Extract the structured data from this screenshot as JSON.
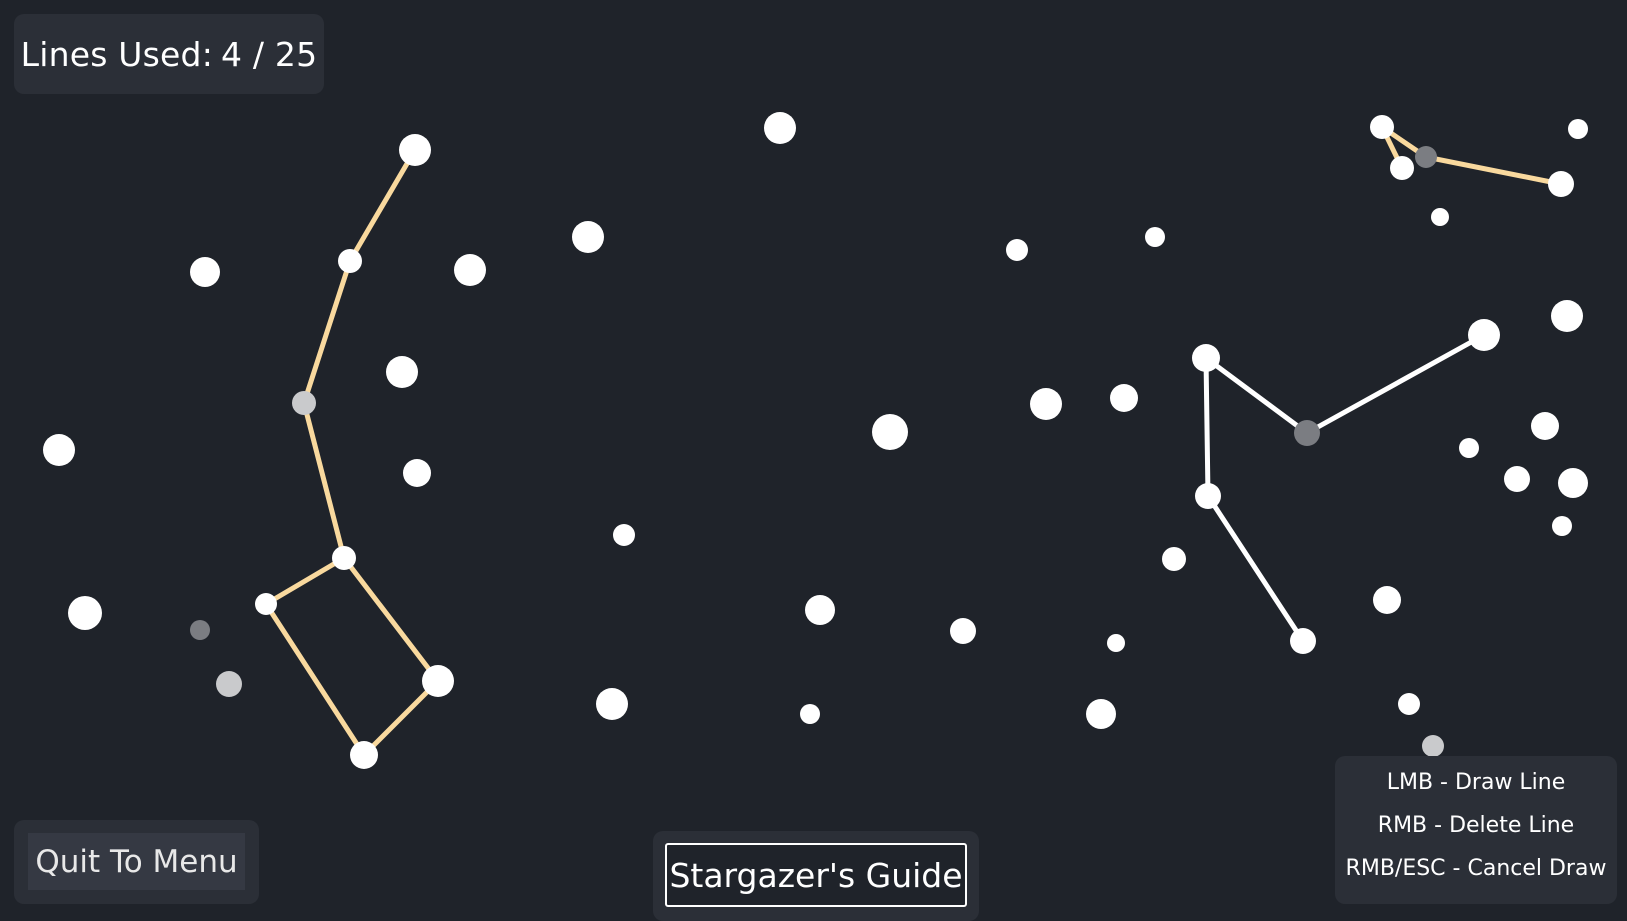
{
  "hud": {
    "lines_label": "Lines Used:",
    "lines_value": "4 / 25",
    "lines_used": 4,
    "lines_max": 25
  },
  "buttons": {
    "quit": "Quit To Menu",
    "guide": "Stargazer's Guide"
  },
  "controls": [
    "LMB - Draw Line",
    "RMB - Delete Line",
    "RMB/ESC - Cancel Draw"
  ],
  "colors": {
    "background": "#1f232a",
    "star": "#ffffff",
    "dim_star": "#7b7d82",
    "faint_star": "#c9cacc",
    "user_line": "#f9d99e",
    "guide_line": "#ffffff"
  }
}
